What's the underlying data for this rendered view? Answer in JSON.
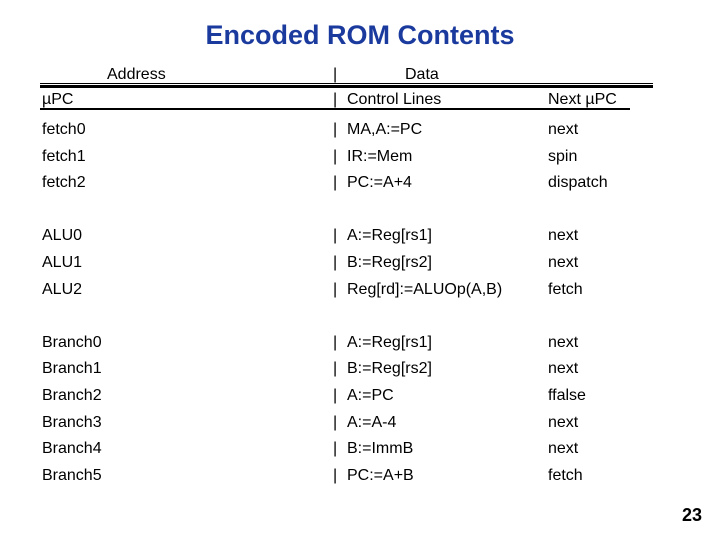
{
  "slide": {
    "title": "Encoded ROM Contents",
    "page_number": "23"
  },
  "colors": {
    "title": "#1b3a9e",
    "text": "#000000",
    "rules": "#000000",
    "background": "#ffffff"
  },
  "table": {
    "pipe": "|",
    "header_row1": {
      "address": "Address",
      "data": "Data"
    },
    "header_row2": {
      "upc": "µPC",
      "control_lines": "Control Lines",
      "next_upc": "Next µPC"
    },
    "groups": [
      {
        "name": "fetch",
        "rows": [
          {
            "address": "fetch0",
            "data": "MA,A:=PC",
            "next": "next"
          },
          {
            "address": "fetch1",
            "data": "IR:=Mem",
            "next": "spin"
          },
          {
            "address": "fetch2",
            "data": "PC:=A+4",
            "next": "dispatch"
          }
        ]
      },
      {
        "name": "ALU",
        "rows": [
          {
            "address": "ALU0",
            "data": "A:=Reg[rs1]",
            "next": "next"
          },
          {
            "address": "ALU1",
            "data": "B:=Reg[rs2]",
            "next": "next"
          },
          {
            "address": "ALU2",
            "data": "Reg[rd]:=ALUOp(A,B)",
            "next": "fetch"
          }
        ]
      },
      {
        "name": "Branch",
        "rows": [
          {
            "address": "Branch0",
            "data": "A:=Reg[rs1]",
            "next": "next"
          },
          {
            "address": "Branch1",
            "data": "B:=Reg[rs2]",
            "next": "next"
          },
          {
            "address": "Branch2",
            "data": "A:=PC",
            "next": "ffalse"
          },
          {
            "address": "Branch3",
            "data": "A:=A-4",
            "next": "next"
          },
          {
            "address": "Branch4",
            "data": "B:=ImmB",
            "next": "next"
          },
          {
            "address": "Branch5",
            "data": "PC:=A+B",
            "next": "fetch"
          }
        ]
      }
    ]
  }
}
